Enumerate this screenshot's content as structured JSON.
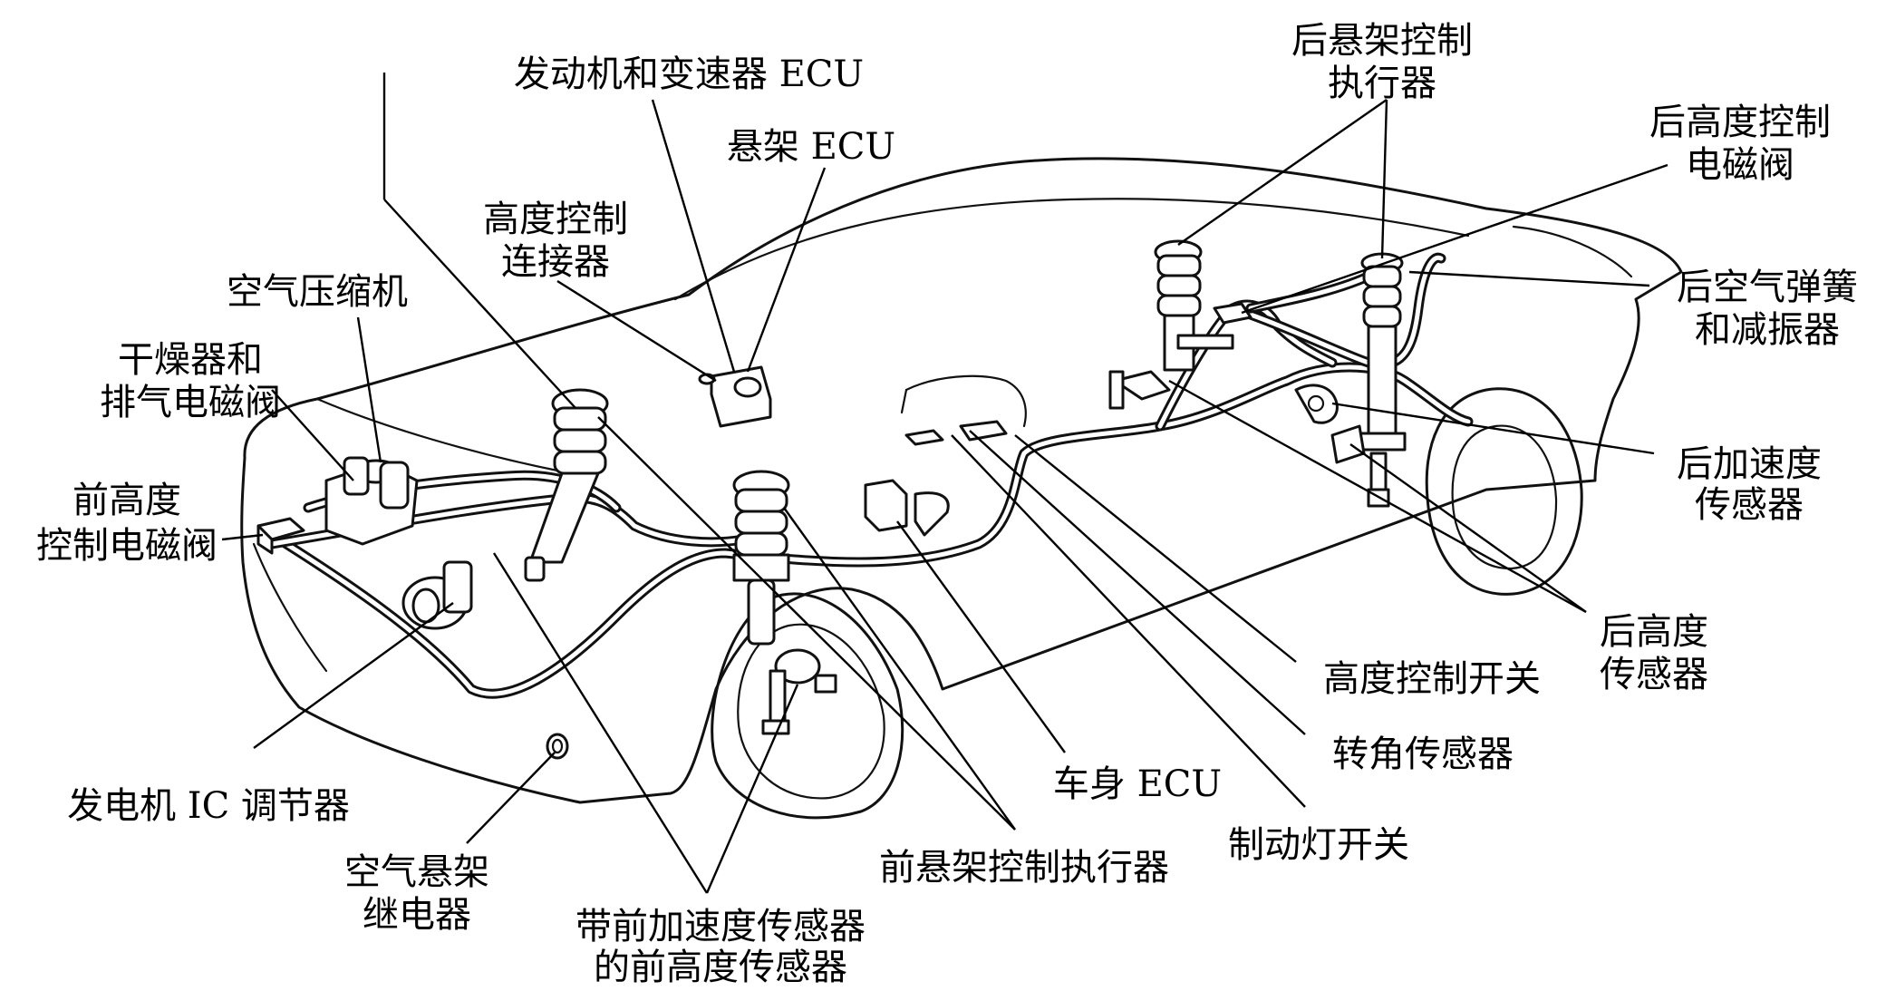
{
  "labels": {
    "engine_trans_ecu": "发动机和变速器 ECU",
    "suspension_ecu": "悬架 ECU",
    "height_control_connector": [
      "高度控制",
      "连接器"
    ],
    "air_compressor": "空气压缩机",
    "dryer_exhaust_valve": [
      "干燥器和",
      "排气电磁阀"
    ],
    "front_height_valve": [
      "前高度",
      "控制电磁阀"
    ],
    "alternator_ic_regulator": "发电机 IC 调节器",
    "air_suspension_relay": [
      "空气悬架",
      "继电器"
    ],
    "front_height_sensor_with_accel": [
      "带前加速度传感器",
      "的前高度传感器"
    ],
    "front_actuator": "前悬架控制执行器",
    "body_ecu": "车身 ECU",
    "brake_light_switch": "制动灯开关",
    "steering_angle_sensor": "转角传感器",
    "height_control_switch": "高度控制开关",
    "rear_height_sensor": [
      "后高度",
      "传感器"
    ],
    "rear_accel_sensor": [
      "后加速度",
      "传感器"
    ],
    "rear_air_spring": [
      "后空气弹簧",
      "和减振器"
    ],
    "rear_height_valve": [
      "后高度控制",
      "电磁阀"
    ],
    "rear_actuator": [
      "后悬架控制",
      "执行器"
    ]
  },
  "colors": {
    "ink": "#111111",
    "background": "#ffffff"
  }
}
